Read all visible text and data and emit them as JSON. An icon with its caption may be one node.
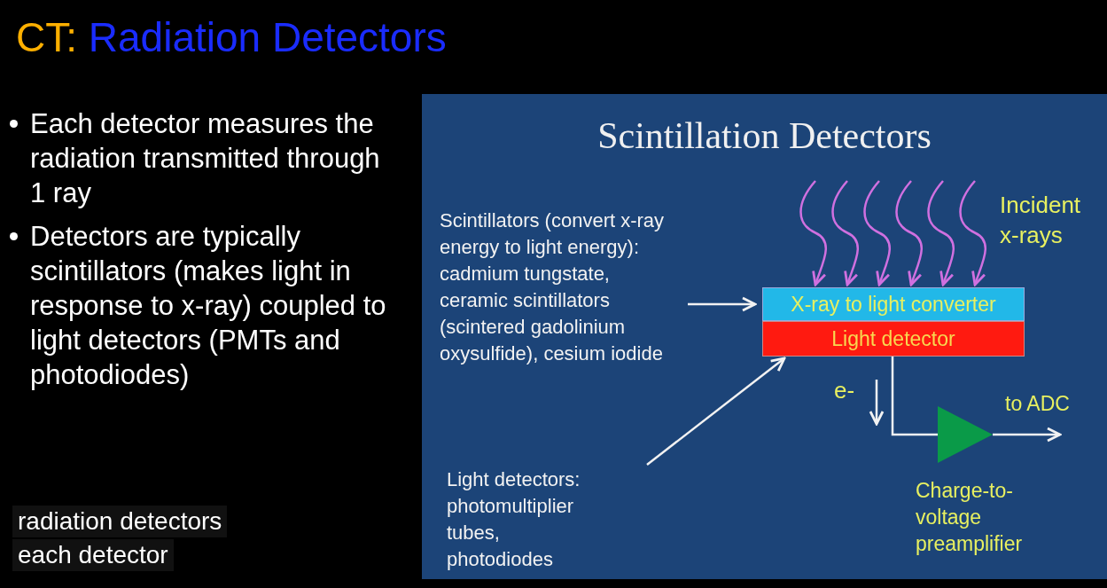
{
  "diagram": {
    "title": "CT: Radiation Detectors",
    "nodes": [
      {
        "text": [
          "Scintillation Detectors"
        ]
      },
      {
        "text": [
          "Scintillators (convert x-ray energy to light energy): cadmium tungstate, ceramic scintillators (scintered gadolinium oxysulfide), cesium iodide"
        ],
        "in": 0
      },
      {
        "text": [
          "Light detectors: photomultiplier tubes, photodiodes"
        ],
        "in": 0
      },
      {
        "text": [
          "X-ray to light converter"
        ],
        "in": 0
      },
      {
        "text": [
          "Light detector"
        ],
        "in": 0
      },
      {
        "text": [],
        "shape": "triangle",
        "beside": [
          "Charge-to-voltage preamplifier"
        ],
        "in": 0
      }
    ],
    "edges": [
      {
        "from": 1,
        "to": 3,
        "arrow": "to",
        "color": "#f2f2f2"
      },
      {
        "from": 2,
        "to": 4,
        "arrow": "to",
        "color": "#f2f2f2"
      },
      {
        "from": 4,
        "to": 5,
        "arrow": "none",
        "color": "#f2f2f2"
      },
      {
        "from": 5,
        "to": null,
        "arrow": "to",
        "label": "to ADC",
        "color": "#f2f2f2"
      },
      {
        "from": null,
        "to": 3,
        "arrow": "to"
      },
      {
        "from": null,
        "to": 3,
        "arrow": "to"
      },
      {
        "from": null,
        "to": 3,
        "arrow": "to"
      },
      {
        "from": null,
        "to": 3,
        "arrow": "to"
      },
      {
        "from": null,
        "to": 3,
        "arrow": "to"
      },
      {
        "from": null,
        "to": 3,
        "arrow": "to"
      }
    ],
    "labels": [
      "Each detector measures the radiation transmitted through 1 ray",
      "Detectors are typically scintillators (makes light in response to x-ray) coupled to light detectors (PMTs and photodiodes)",
      "Incident x-rays",
      "e-",
      "radiation detectors",
      "each detector"
    ]
  }
}
